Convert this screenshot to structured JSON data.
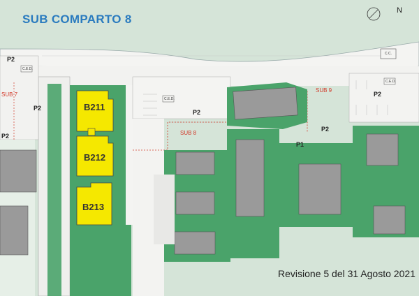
{
  "title": "SUB COMPARTO 8",
  "revision": "Revisione 5 del 31 Agosto 2021",
  "north_label": "N",
  "parking_labels": [
    "P2",
    "P2",
    "P2",
    "P2",
    "P2",
    "P2",
    "P1"
  ],
  "sub_labels": [
    "SUB 7",
    "SUB 8",
    "SUB 9"
  ],
  "buildings": [
    "B211",
    "B212",
    "B213"
  ],
  "small_labels": [
    "C.E.D.",
    "C.E.D.",
    "C.E.D.",
    "C.C."
  ],
  "colors": {
    "title": "#2a7bbf",
    "green": "#4aa36a",
    "highlight": "#f5e800",
    "building": "#9a9a9a",
    "sub_label": "#d23a2a"
  }
}
